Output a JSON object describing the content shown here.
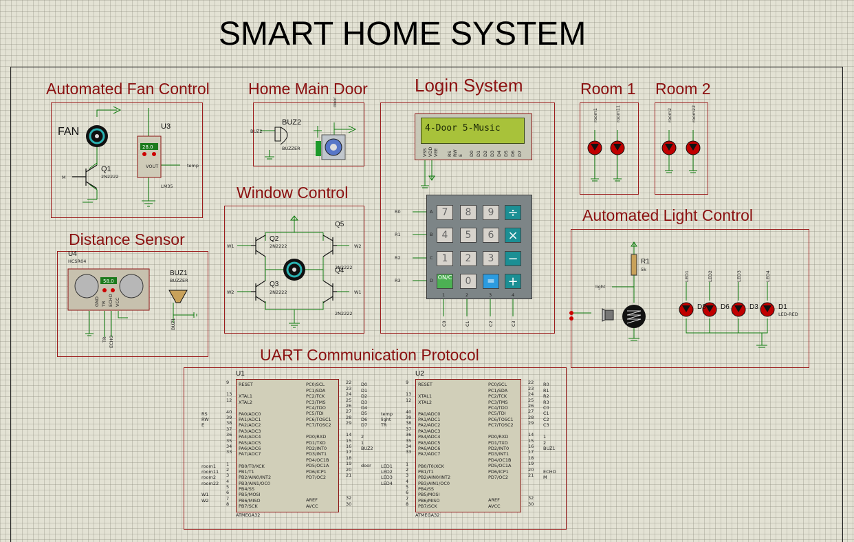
{
  "title": "SMART HOME SYSTEM",
  "sections": {
    "fan": "Automated Fan Control",
    "door": "Home Main Door",
    "login": "Login System",
    "room1": "Room 1",
    "room2": "Room 2",
    "window": "Window Control",
    "distance": "Distance Sensor",
    "light": "Automated Light Control",
    "uart": "UART Communication Protocol"
  },
  "fan": {
    "fan_label": "FAN",
    "q1": "Q1",
    "q1_part": "2N2222",
    "u3": "U3",
    "temp_display": "28.0",
    "vout": "VOUT",
    "lm35": "LM35",
    "m": "M",
    "temp": "temp"
  },
  "door": {
    "buz2": "BUZ2",
    "buz2_net": "BUZ2",
    "buzzer": "BUZZER",
    "door": "door"
  },
  "lcd": {
    "text": "4-Door 5-Music",
    "pins": [
      "VSS",
      "VDD",
      "VEE",
      "RS",
      "RW",
      "E",
      "D0",
      "D1",
      "D2",
      "D3",
      "D4",
      "D5",
      "D6",
      "D7"
    ]
  },
  "keypad": {
    "keys": [
      "7",
      "8",
      "9",
      "÷",
      "4",
      "5",
      "6",
      "×",
      "1",
      "2",
      "3",
      "−",
      "ON/C",
      "0",
      "=",
      "+"
    ],
    "rows": [
      "R0",
      "R1",
      "R2",
      "R3"
    ],
    "row_letters": [
      "A",
      "B",
      "C",
      "D"
    ],
    "cols": [
      "C0",
      "C1",
      "C2",
      "C3"
    ],
    "col_nums": [
      "1",
      "2",
      "3",
      "4"
    ]
  },
  "window": {
    "q2": "Q2",
    "q3": "Q3",
    "q4": "Q4",
    "q5": "Q5",
    "part": "2N2222",
    "w1": "W1",
    "w2": "W2"
  },
  "distance": {
    "u4": "U4",
    "hcsr": "HCSR04",
    "display": "58.0",
    "buz1": "BUZ1",
    "buzzer": "BUZZER",
    "tr": "TR",
    "echo": "ECHO",
    "buz1_net": "BUZ1",
    "pins": [
      "GND",
      "TR",
      "ECHO",
      "VCC"
    ]
  },
  "rooms": {
    "room1": "room1",
    "room11": "room11",
    "room2": "room2",
    "room22": "room22"
  },
  "light": {
    "r1": "R1",
    "r1_val": "5k",
    "light": "light",
    "leds": [
      "D8",
      "D6",
      "D3",
      "D1"
    ],
    "led_part": "LED-RED",
    "nets": [
      "LED1",
      "LED2",
      "LED3",
      "LED4"
    ]
  },
  "mcu1": {
    "name": "U1",
    "part": "ATMEGA32",
    "left_pins": [
      "RESET",
      "XTAL1",
      "XTAL2",
      "PA0/ADC0",
      "PA1/ADC1",
      "PA2/ADC2",
      "PA3/ADC3",
      "PA4/ADC4",
      "PA5/ADC5",
      "PA6/ADC6",
      "PA7/ADC7",
      "PB0/T0/XCK",
      "PB1/T1",
      "PB2/AIN0/INT2",
      "PB3/AIN1/OC0",
      "PB4/SS",
      "PB5/MOSI",
      "PB6/MISO",
      "PB7/SCK"
    ],
    "left_nums": [
      "9",
      "13",
      "12",
      "40",
      "39",
      "38",
      "37",
      "36",
      "35",
      "34",
      "33",
      "1",
      "2",
      "3",
      "4",
      "5",
      "6",
      "7",
      "8"
    ],
    "left_nets": [
      "",
      "",
      "",
      "RS",
      "RW",
      "E",
      "",
      "",
      "",
      "",
      "",
      "room1",
      "room11",
      "room2",
      "room22",
      "",
      "W1",
      "W2",
      ""
    ],
    "right_pins": [
      "PC0/SCL",
      "PC1/SDA",
      "PC2/TCK",
      "PC3/TMS",
      "PC4/TDO",
      "PC5/TDI",
      "PC6/TOSC1",
      "PC7/TOSC2",
      "PD0/RXD",
      "PD1/TXD",
      "PD2/INT0",
      "PD3/INT1",
      "PD4/OC1B",
      "PD5/OC1A",
      "PD6/ICP1",
      "PD7/OC2",
      "AREF",
      "AVCC"
    ],
    "right_nums": [
      "22",
      "23",
      "24",
      "25",
      "26",
      "27",
      "28",
      "29",
      "14",
      "15",
      "16",
      "17",
      "18",
      "19",
      "20",
      "21",
      "32",
      "30"
    ],
    "right_nets": [
      "D0",
      "D1",
      "D2",
      "D3",
      "D4",
      "D5",
      "D6",
      "D7",
      "2",
      "1",
      "BUZ2",
      "",
      "",
      "door",
      "",
      "",
      "",
      ""
    ]
  },
  "mcu2": {
    "name": "U2",
    "part": "ATMEGA32",
    "left_pins": [
      "RESET",
      "XTAL1",
      "XTAL2",
      "PA0/ADC0",
      "PA1/ADC1",
      "PA2/ADC2",
      "PA3/ADC3",
      "PA4/ADC4",
      "PA5/ADC5",
      "PA6/ADC6",
      "PA7/ADC7",
      "PB0/T0/XCK",
      "PB1/T1",
      "PB2/AIN0/INT2",
      "PB3/AIN1/OC0",
      "PB4/SS",
      "PB5/MOSI",
      "PB6/MISO",
      "PB7/SCK"
    ],
    "left_nums": [
      "9",
      "13",
      "12",
      "40",
      "39",
      "38",
      "37",
      "36",
      "35",
      "34",
      "33",
      "1",
      "2",
      "3",
      "4",
      "5",
      "6",
      "7",
      "8"
    ],
    "left_nets": [
      "",
      "",
      "",
      "temp",
      "light",
      "TR",
      "",
      "",
      "",
      "",
      "",
      "LED1",
      "LED2",
      "LED3",
      "LED4",
      "",
      "",
      "",
      ""
    ],
    "right_pins": [
      "PC0/SCL",
      "PC1/SDA",
      "PC2/TCK",
      "PC3/TMS",
      "PC4/TDO",
      "PC5/TDI",
      "PC6/TOSC1",
      "PC7/TOSC2",
      "PD0/RXD",
      "PD1/TXD",
      "PD2/INT0",
      "PD3/INT1",
      "PD4/OC1B",
      "PD5/OC1A",
      "PD6/ICP1",
      "PD7/OC2",
      "AREF",
      "AVCC"
    ],
    "right_nums": [
      "22",
      "23",
      "24",
      "25",
      "26",
      "27",
      "28",
      "29",
      "14",
      "15",
      "16",
      "17",
      "18",
      "19",
      "20",
      "21",
      "32",
      "30"
    ],
    "right_nets": [
      "R0",
      "R1",
      "R2",
      "R3",
      "C0",
      "C1",
      "C2",
      "C3",
      "1",
      "2",
      "BUZ1",
      "",
      "",
      "",
      "ECHO",
      "M",
      "",
      ""
    ]
  },
  "colors": {
    "section": "#8b1111",
    "wire": "#0b7a0b",
    "led": "#c00000",
    "lcd": "#a8c23a",
    "key_op": "#1b8f94"
  }
}
